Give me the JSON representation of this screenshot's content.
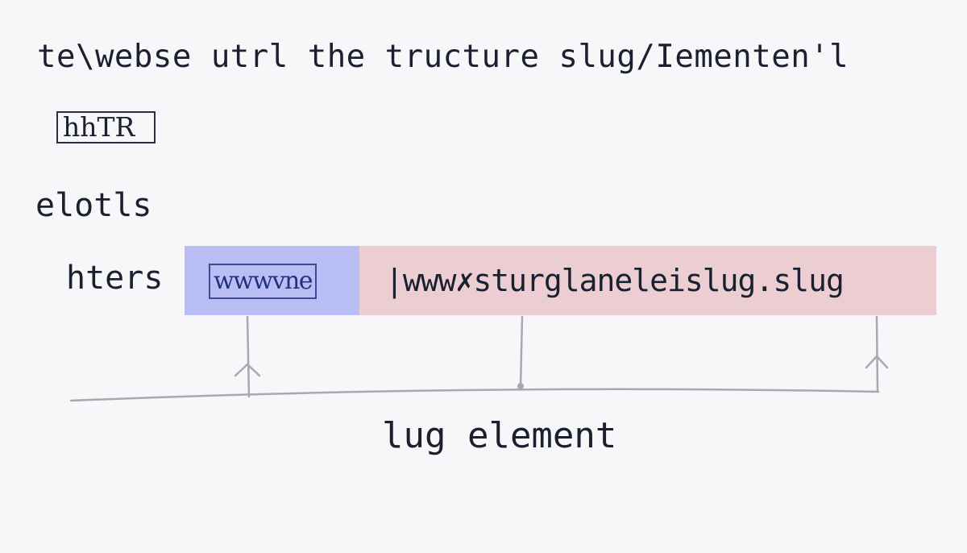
{
  "title": "te\\webse utrl the tructure slug/Iementen'l",
  "tag_box": "hhTR",
  "section_label": "elotls",
  "row_label": "hters",
  "url_segments": {
    "blue": "wwwvne",
    "pink": "|www✗sturglaneleislug.slug"
  },
  "bottom_label": "lug element",
  "colors": {
    "blue_segment": "#b8bef4",
    "pink_segment": "#ebcdd2",
    "connector": "#a8a8b0"
  }
}
